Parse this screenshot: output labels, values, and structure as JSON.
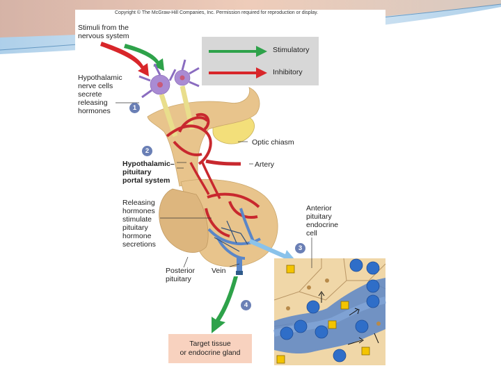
{
  "copyright": "Copyright © The McGraw-Hill Companies, Inc. Permission required for reproduction or display.",
  "legend": {
    "stimulatory": "Stimulatory",
    "inhibitory": "Inhibitory",
    "stimulatory_color": "#2ea24a",
    "inhibitory_color": "#d8262a"
  },
  "labels": {
    "stimuli": [
      "Stimuli from the",
      "nervous system"
    ],
    "hypothalamic_cells": [
      "Hypothalamic",
      "nerve cells",
      "secrete",
      "releasing",
      "hormones"
    ],
    "portal_system": [
      "Hypothalamic–",
      "pituitary",
      "portal system"
    ],
    "releasing_stimulate": [
      "Releasing",
      "hormones",
      "stimulate",
      "pituitary",
      "hormone",
      "secretions"
    ],
    "posterior_pituitary": [
      "Posterior",
      "pituitary"
    ],
    "vein": "Vein",
    "optic_chiasm": "Optic chiasm",
    "artery": "Artery",
    "anterior_cell": [
      "Anterior",
      "pituitary",
      "endocrine",
      "cell"
    ],
    "target": [
      "Target tissue",
      "or endocrine gland"
    ]
  },
  "steps": [
    "1",
    "2",
    "3",
    "4"
  ],
  "colors": {
    "pituitary": "#e8c48c",
    "neuron": "#a98bd3",
    "capillary_red": "#c8282e",
    "capillary_blue": "#5a86c8",
    "zoom_bg": "#f0d7a8",
    "hormone_square": "#f4c400",
    "target_box": "#f8d2bf"
  }
}
